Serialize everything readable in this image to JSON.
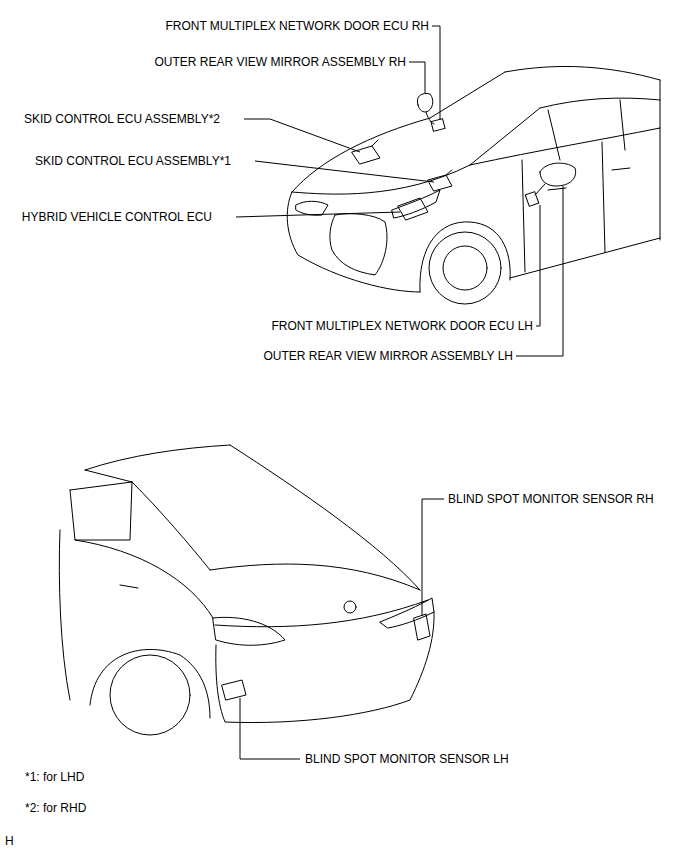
{
  "diagram": {
    "labels": [
      "FRONT MULTIPLEX NETWORK DOOR ECU RH",
      "OUTER REAR VIEW MIRROR ASSEMBLY RH",
      "SKID CONTROL ECU ASSEMBLY*2",
      "SKID CONTROL ECU ASSEMBLY*1",
      "HYBRID VEHICLE CONTROL ECU",
      "FRONT MULTIPLEX NETWORK DOOR ECU LH",
      "OUTER REAR VIEW MIRROR ASSEMBLY LH",
      "BLIND SPOT MONITOR SENSOR RH",
      "BLIND SPOT MONITOR SENSOR LH",
      "*1: for LHD",
      "*2: for RHD",
      "H"
    ]
  }
}
